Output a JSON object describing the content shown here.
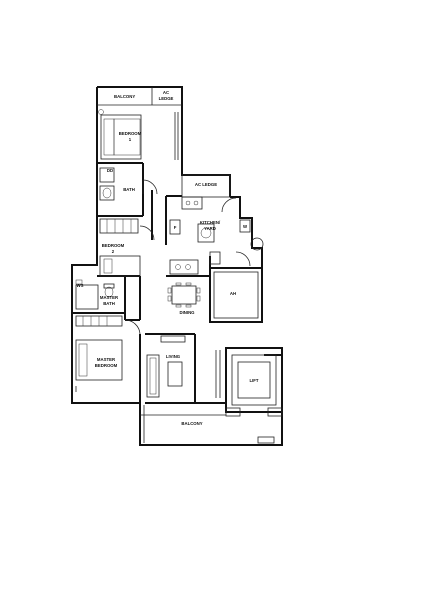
{
  "rooms": {
    "balcony_top": "BALCONY",
    "ac_ledge_top_1": "AC",
    "ac_ledge_top_2": "LEDGE",
    "bedroom1_1": "BEDROOM",
    "bedroom1_2": "1",
    "bath": "BATH",
    "ac_ledge_mid": "AC LEDGE",
    "kitchen_1": "KITCHEN/",
    "kitchen_2": "YARD",
    "fridge": "F",
    "washer": "W",
    "bedroom2_1": "BEDROOM",
    "bedroom2_2": "2",
    "master_bath_1": "MASTER",
    "master_bath_2": "BATH",
    "ws": "WS",
    "master_bed_1": "MASTER",
    "master_bed_2": "BEDROOM",
    "dining": "DINING",
    "living": "LIVING",
    "lift": "LIFT",
    "balcony_bottom": "BALCONY",
    "ah": "AH",
    "dd": "DD"
  }
}
